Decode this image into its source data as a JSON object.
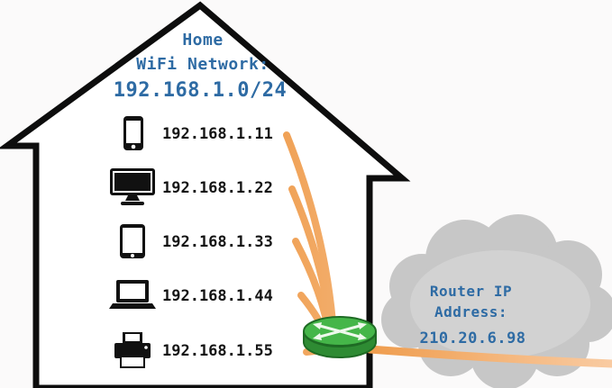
{
  "title": {
    "line1": "Home",
    "line2": "WiFi Network:",
    "subnet": "192.168.1.0/24"
  },
  "devices": [
    {
      "kind": "smartphone",
      "ip": "192.168.1.11"
    },
    {
      "kind": "desktop",
      "ip": "192.168.1.22"
    },
    {
      "kind": "tablet",
      "ip": "192.168.1.33"
    },
    {
      "kind": "laptop",
      "ip": "192.168.1.44"
    },
    {
      "kind": "printer",
      "ip": "192.168.1.55"
    }
  ],
  "cloud": {
    "label_line1": "Router IP",
    "label_line2": "Address:",
    "router_ip": "210.20.6.98"
  },
  "colors": {
    "text_blue": "#2e6ba4",
    "device_text": "#141414",
    "line_orange_start": "#ef9d4e",
    "line_orange_end": "#f9cba2",
    "house_outline": "#0d0d0d",
    "router_green": "#45b649",
    "router_green_dark": "#1e6b24",
    "cloud_gray": "#c7c7c7"
  }
}
